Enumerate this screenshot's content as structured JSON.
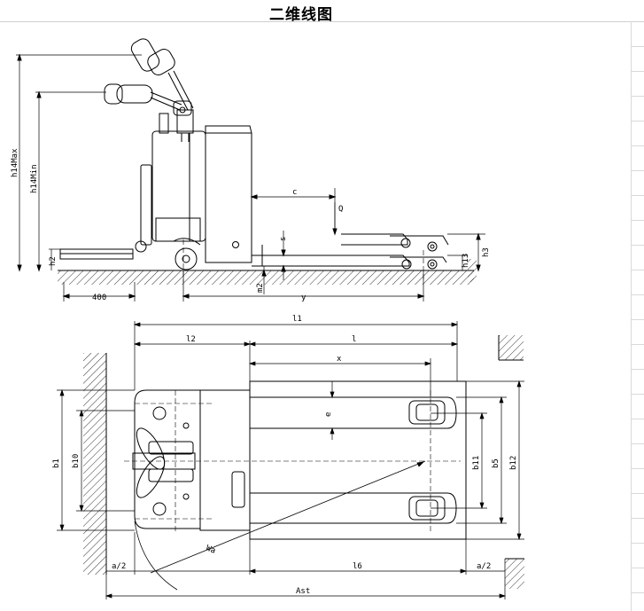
{
  "title": "二维线图",
  "side_view": {
    "dims": {
      "h14max": "h14Max",
      "h14min": "h14Min",
      "h13": "h13",
      "h3": "h3",
      "c": "c",
      "Q": "Q",
      "s": "s",
      "m2": "m2",
      "y": "y",
      "d400": "400",
      "dh2": "h2"
    }
  },
  "top_view": {
    "dims": {
      "l1": "l1",
      "l2": "l2",
      "l": "l",
      "x": "x",
      "e": "e",
      "b1": "b1",
      "b10": "b10",
      "b11": "b11",
      "b5": "b5",
      "b12": "b12",
      "a2_left": "a/2",
      "a2_right": "a/2",
      "l6": "l6",
      "ast": "Ast",
      "wa": "Wa"
    }
  }
}
